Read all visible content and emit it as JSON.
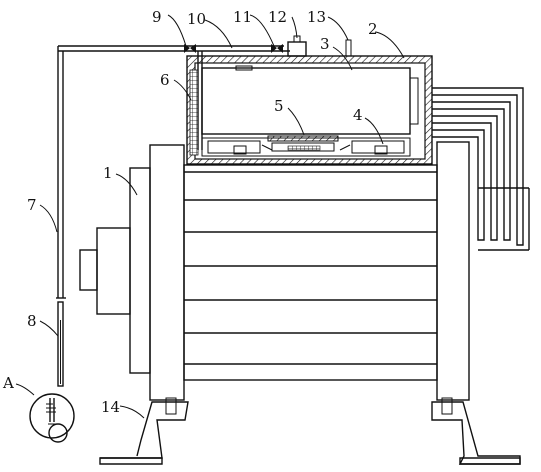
{
  "labels": {
    "l1": "1",
    "l2": "2",
    "l3": "3",
    "l4": "4",
    "l5": "5",
    "l6": "6",
    "l7": "7",
    "l8": "8",
    "l9": "9",
    "l10": "10",
    "l11": "11",
    "l12": "12",
    "l13": "13",
    "l14": "14",
    "lA": "A"
  },
  "colors": {
    "stroke": "#111111",
    "background": "#ffffff"
  }
}
